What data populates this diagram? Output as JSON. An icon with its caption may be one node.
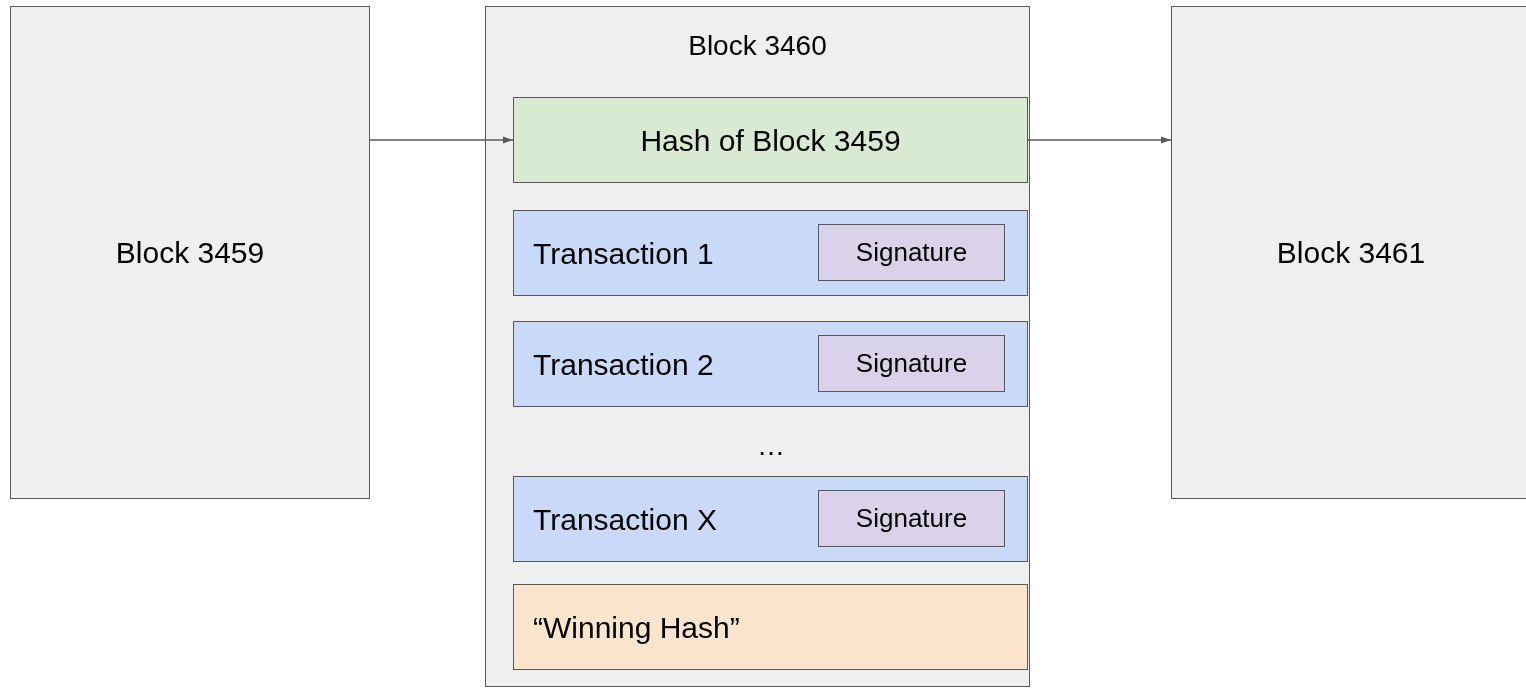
{
  "diagram": {
    "nodes": [
      {
        "text": [
          "Block 3459"
        ]
      },
      {
        "text": [
          "Block 3460"
        ]
      },
      {
        "text": [
          "Hash of Block 3459"
        ],
        "in": 1
      },
      {
        "text": [
          "Transaction 1"
        ],
        "in": 1
      },
      {
        "text": [
          "Signature"
        ],
        "in": 3
      },
      {
        "text": [
          "Transaction 2"
        ],
        "in": 1
      },
      {
        "text": [
          "Signature"
        ],
        "in": 5
      },
      {
        "text": [
          "Transaction X"
        ],
        "in": 1
      },
      {
        "text": [
          "Signature"
        ],
        "in": 7
      },
      {
        "text": [
          "“Winning Hash”"
        ],
        "in": 1
      },
      {
        "text": [
          "Block 3461"
        ]
      }
    ],
    "edges": [
      {
        "from": 0,
        "to": 2,
        "arrow": "to"
      },
      {
        "from": 2,
        "to": 10,
        "arrow": "to"
      }
    ],
    "labels": [
      "…"
    ]
  }
}
